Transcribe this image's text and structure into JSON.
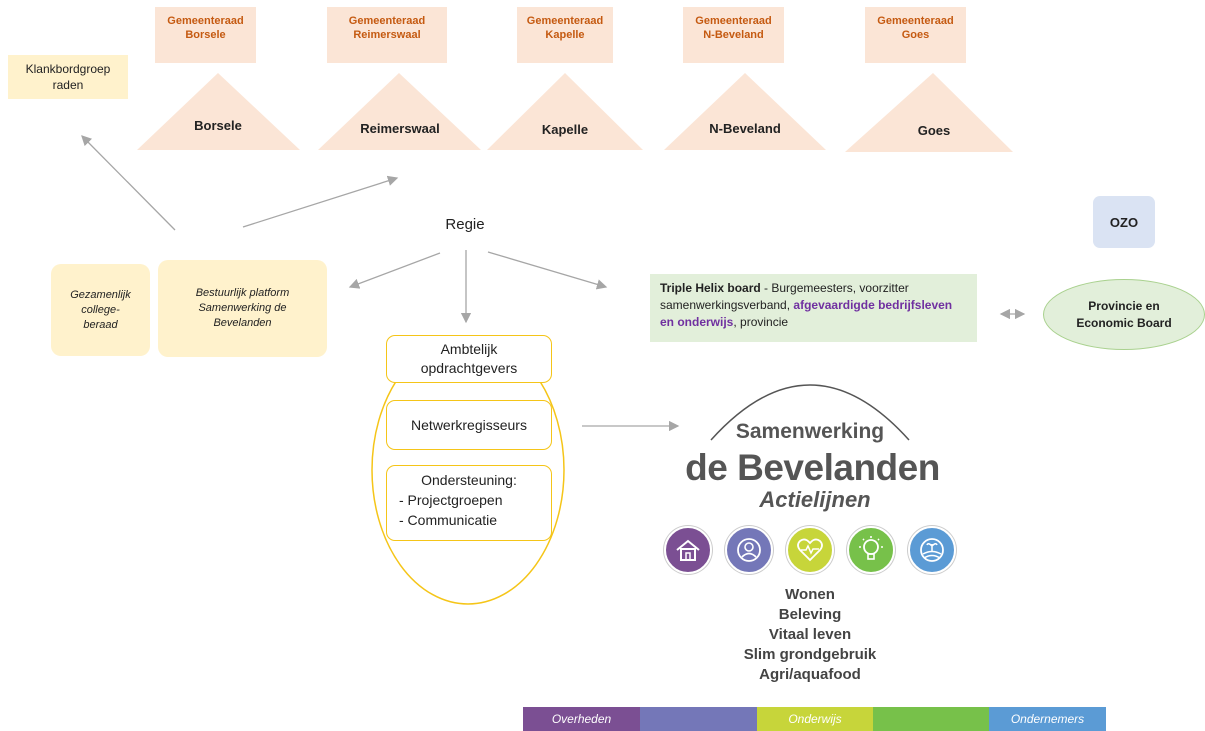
{
  "councils": [
    {
      "line1": "Gemeenteraad",
      "line2": "Borsele"
    },
    {
      "line1": "Gemeenteraad",
      "line2": "Reimerswaal"
    },
    {
      "line1": "Gemeenteraad",
      "line2": "Kapelle"
    },
    {
      "line1": "Gemeenteraad",
      "line2": "N-Beveland"
    },
    {
      "line1": "Gemeenteraad",
      "line2": "Goes"
    }
  ],
  "municipalities": [
    "Borsele",
    "Reimerswaal",
    "Kapelle",
    "N-Beveland",
    "Goes"
  ],
  "klankbord": {
    "line1": "Klankbordgroep",
    "line2": "raden"
  },
  "regie": "Regie",
  "ozo": "OZO",
  "college": {
    "line1": "Gezamenlijk",
    "line2": "college-",
    "line3": "beraad"
  },
  "platform": {
    "line1": "Bestuurlijk platform",
    "line2": "Samenwerking de",
    "line3": "Bevelanden"
  },
  "triple_helix": {
    "bold": "Triple Helix board",
    "text1": " - Burgemeesters, voorzitter samenwerkingsverband, ",
    "highlight": "afgevaardigde bedrijfsleven en onderwijs",
    "text2": ", provincie"
  },
  "provincie": {
    "line1": "Provincie en",
    "line2": "Economic Board"
  },
  "ambtelijk": {
    "line1": "Ambtelijk",
    "line2": "opdrachtgevers"
  },
  "netwerk": "Netwerkregisseurs",
  "ondersteuning": {
    "title": "Ondersteuning:",
    "items": [
      "-   Projectgroepen",
      "-   Communicatie"
    ]
  },
  "logo": {
    "line1": "Samenwerking",
    "line2": "de Bevelanden",
    "line3": "Actielijnen"
  },
  "themes": [
    "Wonen",
    "Beleving",
    "Vitaal leven",
    "Slim grondgebruik",
    "Agri/aquafood"
  ],
  "colors": {
    "wonen": "#7b4f93",
    "beleving": "#7477b8",
    "vitaal": "#c7d53a",
    "slim": "#77c14a",
    "agri": "#5b9bd5",
    "highlight_text": "#7030a0",
    "council_text": "#c55a11"
  },
  "bar": [
    "Overheden",
    "",
    "Onderwijs",
    "",
    "Ondernemers"
  ]
}
